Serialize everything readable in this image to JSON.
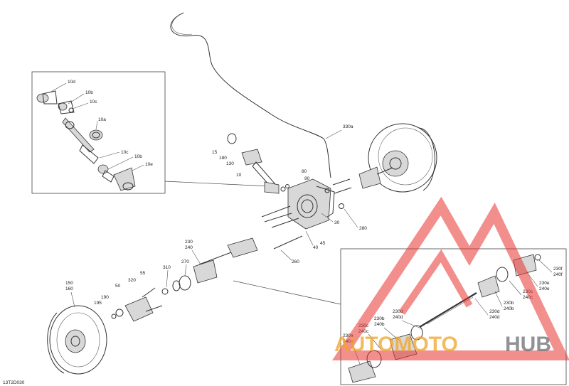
{
  "diagram": {
    "code": "13T2D030",
    "labels_inset_top": [
      "10d",
      "10b",
      "10c",
      "10a",
      "10c",
      "10b",
      "10e"
    ],
    "labels_center": [
      "330a",
      "15",
      "180",
      "130",
      "10",
      "80",
      "90",
      "280",
      "30",
      "40",
      "45",
      "260"
    ],
    "labels_left": [
      "230",
      "240",
      "270",
      "310",
      "55",
      "320",
      "50",
      "195",
      "190",
      "150",
      "160"
    ],
    "labels_inset_right": [
      "230f",
      "240f",
      "230e",
      "240e",
      "230c",
      "240c",
      "230b",
      "240b",
      "230d",
      "240d",
      "230d",
      "240d",
      "230b",
      "240b",
      "230c",
      "240c",
      "230a",
      "240a"
    ]
  },
  "watermark": {
    "brand_left": "AUTOMOTO",
    "brand_right": "HUB",
    "color_red": "#e8342f",
    "color_orange": "#f0a52a",
    "color_grey": "#6d6e71"
  }
}
